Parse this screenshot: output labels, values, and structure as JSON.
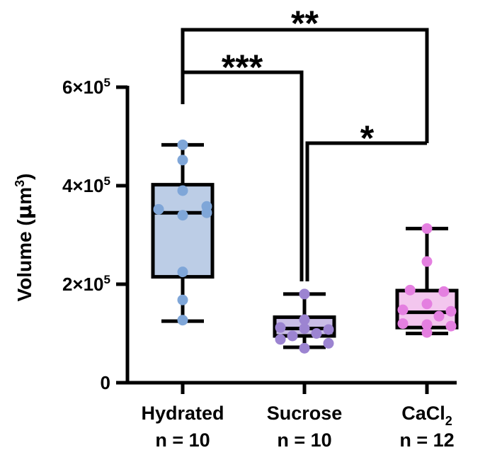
{
  "chart_data": {
    "type": "box",
    "ylabel": "Volume (μm³)",
    "ylabel_text": "Volume (",
    "ylabel_unit_mu": "μ",
    "ylabel_unit_m": "m",
    "ylabel_unit_exp": "3",
    "ylabel_close": ")",
    "ylim": [
      0,
      600000
    ],
    "yticks": [
      {
        "value": 0,
        "mantissa": "0",
        "exp": ""
      },
      {
        "value": 200000,
        "mantissa": "2×10",
        "exp": "5"
      },
      {
        "value": 400000,
        "mantissa": "4×10",
        "exp": "5"
      },
      {
        "value": 600000,
        "mantissa": "6×10",
        "exp": "5"
      }
    ],
    "grid": false,
    "groups": [
      {
        "name": "Hydrated",
        "n_label": "n = 10",
        "name_sub": "",
        "box_color": "#bccde6",
        "point_color": "#7fa6d8",
        "min": 125000,
        "q1": 215000,
        "median": 345000,
        "q3": 402000,
        "max": 483000,
        "points": [
          483000,
          452000,
          390000,
          358000,
          352000,
          340000,
          345000,
          225000,
          168000,
          127000
        ],
        "jitter": [
          0,
          0,
          0,
          1,
          -1,
          0,
          1,
          0,
          0,
          0
        ]
      },
      {
        "name": "Sucrose",
        "n_label": "n = 10",
        "name_sub": "",
        "box_color": "#c9bde6",
        "point_color": "#9c84d1",
        "min": 72000,
        "q1": 95000,
        "median": 110000,
        "q3": 133000,
        "max": 180000,
        "points": [
          180000,
          128000,
          112000,
          110000,
          108000,
          100000,
          95000,
          88000,
          80000,
          70000
        ],
        "jitter": [
          0,
          0,
          -1,
          0,
          1,
          0.5,
          -0.5,
          -1,
          1,
          0
        ]
      },
      {
        "name": "CaCl",
        "n_label": "n = 12",
        "name_sub": "2",
        "box_color": "#f3c6ee",
        "point_color": "#e47fe0",
        "min": 100000,
        "q1": 112000,
        "median": 143000,
        "q3": 187000,
        "max": 313000,
        "points": [
          313000,
          246000,
          188000,
          185000,
          160000,
          148000,
          145000,
          135000,
          120000,
          115000,
          118000,
          102000
        ],
        "jitter": [
          0,
          0,
          -0.7,
          0.7,
          0,
          -1,
          1,
          0.5,
          -1,
          1,
          0,
          0
        ]
      }
    ],
    "significance": [
      {
        "from": 0,
        "to": 2,
        "label": "**"
      },
      {
        "from": 0,
        "to": 1,
        "label": "***"
      },
      {
        "from": 1,
        "to": 2,
        "label": "*"
      }
    ]
  }
}
